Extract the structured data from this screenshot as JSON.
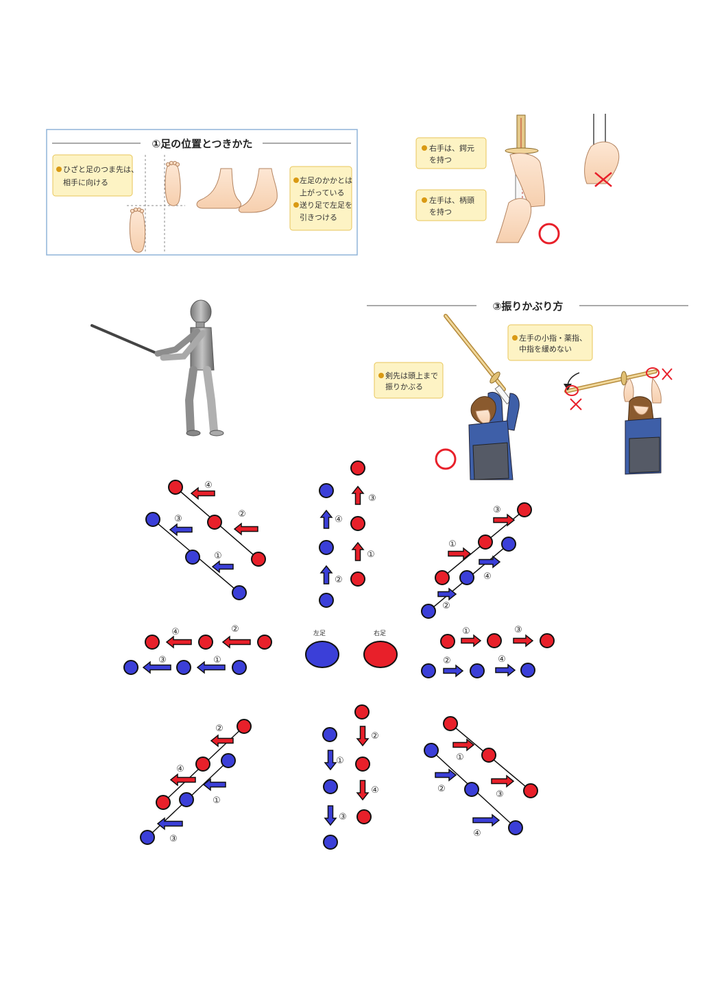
{
  "panel1": {
    "title": "①足の位置とつきかた",
    "note_a": [
      "ひざと足のつま先は、",
      "相手に向ける"
    ],
    "note_b": [
      "左足のかかとは",
      "上がっている",
      "送り足で左足を",
      "引きつける"
    ]
  },
  "panel2": {
    "note_right": [
      "右手は、鍔元",
      "を持つ"
    ],
    "note_left": [
      "左手は、柄頭",
      "を持つ"
    ],
    "good_mark": "○",
    "bad_mark": "×"
  },
  "panel3": {
    "title": "③振りかぶり方",
    "note_tip": [
      "剣先は頭上まで",
      "振りかぶる"
    ],
    "note_fingers": [
      "左手の小指・薬指、",
      "中指を緩めない"
    ],
    "good_mark": "○",
    "bad_mark": "×"
  },
  "footwork": {
    "legend_left": "左足",
    "legend_right": "右足",
    "step_labels": [
      "①",
      "②",
      "③",
      "④"
    ]
  },
  "colors": {
    "left_foot": "#3b3fd8",
    "right_foot": "#e8202a",
    "note_bg": "#fdf3c4",
    "note_border": "#e8c65a",
    "bullet": "#d99a14",
    "panel_border": "#8fb4d8"
  }
}
